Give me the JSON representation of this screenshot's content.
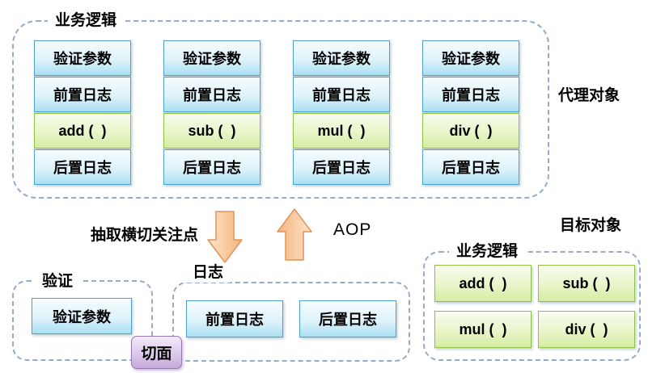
{
  "proxy_group": {
    "title": "业务逻辑",
    "side_label": "代理对象",
    "columns": [
      {
        "cells": [
          "验证参数",
          "前置日志",
          "add (  )",
          "后置日志"
        ]
      },
      {
        "cells": [
          "验证参数",
          "前置日志",
          "sub (  )",
          "后置日志"
        ]
      },
      {
        "cells": [
          "验证参数",
          "前置日志",
          "mul (  )",
          "后置日志"
        ]
      },
      {
        "cells": [
          "验证参数",
          "前置日志",
          "div (  )",
          "后置日志"
        ]
      }
    ]
  },
  "middle": {
    "extract_label": "抽取横切关注点",
    "aop_label": "AOP"
  },
  "validation_group": {
    "title": "验证",
    "items": [
      "验证参数"
    ]
  },
  "log_group": {
    "title": "日志",
    "items": [
      "前置日志",
      "后置日志"
    ]
  },
  "aspect_label": "切面",
  "target_group": {
    "side_label": "目标对象",
    "title": "业务逻辑",
    "items": [
      "add (  )",
      "sub (  )",
      "mul (  )",
      "div (  )"
    ]
  },
  "colors": {
    "blue_cell_border": "#4f9fcf",
    "blue_cell_fill_bottom": "#a9e0f3",
    "green_cell_border": "#8fc341",
    "green_cell_fill_bottom": "#d5eca2",
    "purple_border": "#9678b5",
    "purple_fill": "#c5a9d9",
    "arrow_orange_fill": "#f7c291",
    "arrow_orange_stroke": "#e0945a",
    "dashed_border": "#96abc9"
  }
}
